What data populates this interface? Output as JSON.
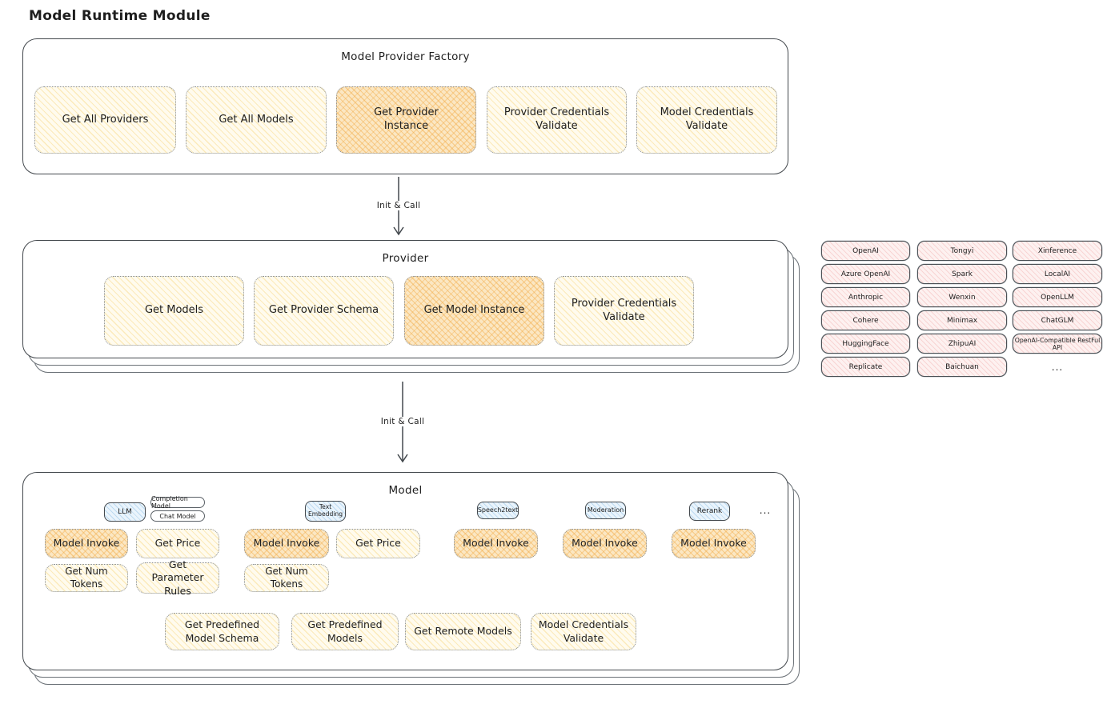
{
  "page": {
    "title": "Model Runtime Module"
  },
  "colors": {
    "ink": "#1e1e1e",
    "yellow_fill": "#fffbee",
    "orange_fill": "#fbe7c3",
    "pink_fill": "#fdf1f0",
    "blue_fill": "#eaf4fc"
  },
  "factory": {
    "title": "Model Provider Factory",
    "items": [
      {
        "label": "Get All Providers",
        "highlighted": false
      },
      {
        "label": "Get All Models",
        "highlighted": false
      },
      {
        "label": "Get Provider Instance",
        "highlighted": true
      },
      {
        "label": "Provider Credentials Validate",
        "highlighted": false
      },
      {
        "label": "Model Credentials Validate",
        "highlighted": false
      }
    ]
  },
  "arrows": {
    "factory_to_provider": "Init & Call",
    "provider_to_model": "Init & Call"
  },
  "provider": {
    "title": "Provider",
    "items": [
      {
        "label": "Get Models",
        "highlighted": false
      },
      {
        "label": "Get Provider Schema",
        "highlighted": false
      },
      {
        "label": "Get Model Instance",
        "highlighted": true
      },
      {
        "label": "Provider Credentials Validate",
        "highlighted": false
      }
    ]
  },
  "providers_grid": {
    "rows": [
      [
        "OpenAI",
        "Tongyi",
        "Xinference"
      ],
      [
        "Azure OpenAI",
        "Spark",
        "LocalAI"
      ],
      [
        "Anthropic",
        "Wenxin",
        "OpenLLM"
      ],
      [
        "Cohere",
        "Minimax",
        "ChatGLM"
      ],
      [
        "HuggingFace",
        "ZhipuAI",
        "OpenAI-Compatible RestFul API"
      ],
      [
        "Replicate",
        "Baichuan",
        "..."
      ]
    ]
  },
  "model": {
    "title": "Model",
    "ellipsis": "...",
    "tags": {
      "llm": "LLM",
      "completion_model": "Completion Model",
      "chat_model": "Chat Model",
      "text_embedding": "Text Embedding",
      "speech2text": "Speech2text",
      "moderation": "Moderation",
      "rerank": "Rerank"
    },
    "llm_ops": [
      "Model Invoke",
      "Get Price",
      "Get Num Tokens",
      "Get Parameter Rules"
    ],
    "embedding_ops": [
      "Model Invoke",
      "Get Price",
      "Get Num Tokens"
    ],
    "speech2text_ops": [
      "Model Invoke"
    ],
    "moderation_ops": [
      "Model Invoke"
    ],
    "rerank_ops": [
      "Model Invoke"
    ],
    "common_ops": [
      "Get Predefined Model Schema",
      "Get Predefined Models",
      "Get Remote Models",
      "Model Credentials Validate"
    ]
  }
}
